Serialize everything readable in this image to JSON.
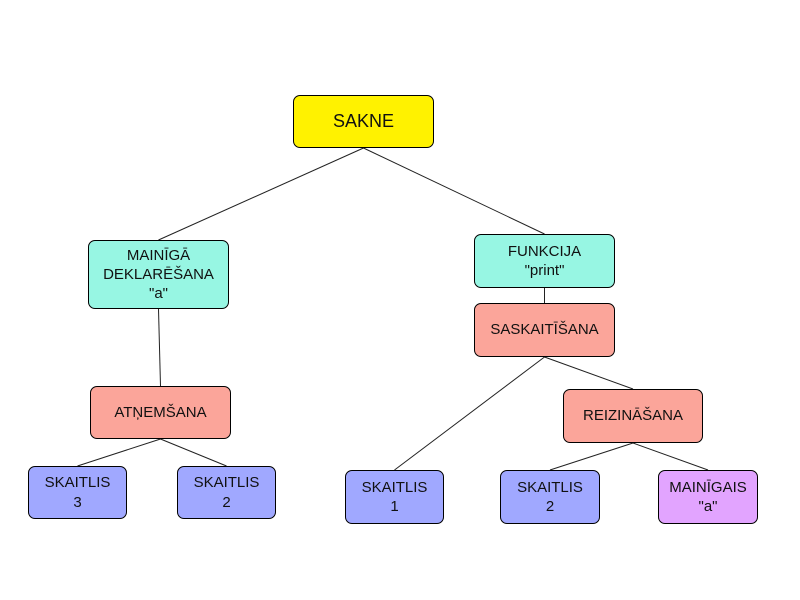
{
  "colors": {
    "root": "#fff200",
    "statement": "#97f6e3",
    "operation": "#fba59a",
    "number": "#a0a8ff",
    "variable": "#e2a4ff",
    "edge": "#222222",
    "border": "#000000"
  },
  "nodes": {
    "root": {
      "lines": [
        "SAKNE"
      ],
      "kind": "root"
    },
    "var_decl": {
      "lines": [
        "MAINĪGĀ",
        "DEKLARĒŠANA",
        "\"a\""
      ],
      "kind": "statement"
    },
    "function": {
      "lines": [
        "FUNKCIJA",
        "\"print\""
      ],
      "kind": "statement"
    },
    "subtraction": {
      "lines": [
        "ATŅEMŠANA"
      ],
      "kind": "operation"
    },
    "addition": {
      "lines": [
        "SASKAITĪŠANA"
      ],
      "kind": "operation"
    },
    "multiplication": {
      "lines": [
        "REIZINĀŠANA"
      ],
      "kind": "operation"
    },
    "number_3": {
      "lines": [
        "SKAITLIS",
        "3"
      ],
      "kind": "number"
    },
    "number_2_left": {
      "lines": [
        "SKAITLIS",
        "2"
      ],
      "kind": "number"
    },
    "number_1": {
      "lines": [
        "SKAITLIS",
        "1"
      ],
      "kind": "number"
    },
    "number_2_right": {
      "lines": [
        "SKAITLIS",
        "2"
      ],
      "kind": "number"
    },
    "variable_a": {
      "lines": [
        "MAINĪGAIS",
        "\"a\""
      ],
      "kind": "variable"
    }
  },
  "edges": [
    [
      "root",
      "var_decl"
    ],
    [
      "root",
      "function"
    ],
    [
      "var_decl",
      "subtraction"
    ],
    [
      "function",
      "addition"
    ],
    [
      "subtraction",
      "number_3"
    ],
    [
      "subtraction",
      "number_2_left"
    ],
    [
      "addition",
      "number_1"
    ],
    [
      "addition",
      "multiplication"
    ],
    [
      "multiplication",
      "number_2_right"
    ],
    [
      "multiplication",
      "variable_a"
    ]
  ]
}
